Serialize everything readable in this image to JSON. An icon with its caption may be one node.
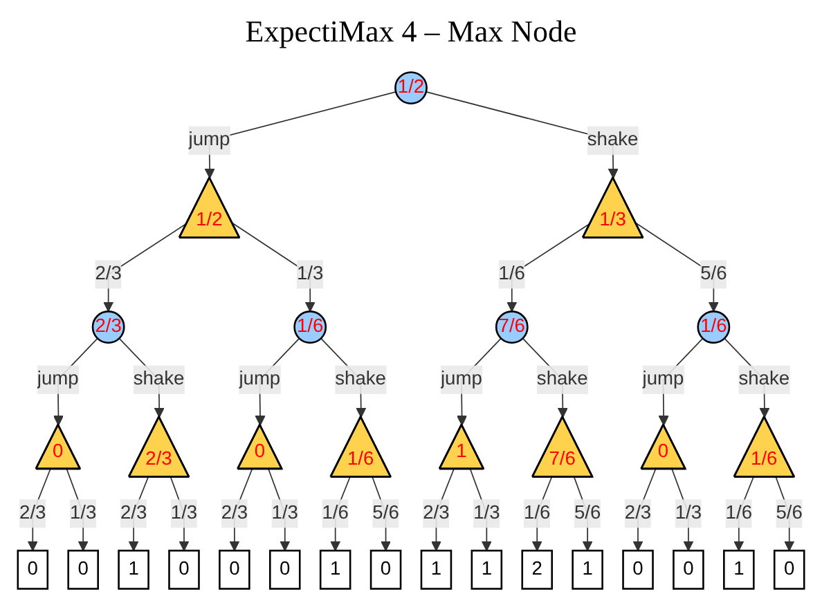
{
  "diagram": {
    "title": "ExpectiMax 4 – Max Node",
    "nodes": [
      {
        "text": [
          "1/2"
        ]
      },
      {
        "text": [
          "1/2"
        ]
      },
      {
        "text": [
          "1/3"
        ]
      },
      {
        "text": [
          "2/3"
        ]
      },
      {
        "text": [
          "1/6"
        ]
      },
      {
        "text": [
          "7/6"
        ]
      },
      {
        "text": [
          "1/6"
        ]
      },
      {
        "text": [
          "0"
        ]
      },
      {
        "text": [
          "2/3"
        ]
      },
      {
        "text": [
          "0"
        ]
      },
      {
        "text": [
          "1/6"
        ]
      },
      {
        "text": [
          "1"
        ]
      },
      {
        "text": [
          "7/6"
        ]
      },
      {
        "text": [
          "0"
        ]
      },
      {
        "text": [
          "1/6"
        ]
      },
      {
        "text": [
          "0"
        ]
      },
      {
        "text": [
          "0"
        ]
      },
      {
        "text": [
          "1"
        ]
      },
      {
        "text": [
          "0"
        ]
      },
      {
        "text": [
          "0"
        ]
      },
      {
        "text": [
          "0"
        ]
      },
      {
        "text": [
          "1"
        ]
      },
      {
        "text": [
          "0"
        ]
      },
      {
        "text": [
          "1"
        ]
      },
      {
        "text": [
          "1"
        ]
      },
      {
        "text": [
          "2"
        ]
      },
      {
        "text": [
          "1"
        ]
      },
      {
        "text": [
          "0"
        ]
      },
      {
        "text": [
          "0"
        ]
      },
      {
        "text": [
          "1"
        ]
      },
      {
        "text": [
          "0"
        ]
      }
    ],
    "edges": [
      {
        "from": 0,
        "to": 1,
        "arrow": "to",
        "label": "jump"
      },
      {
        "from": 0,
        "to": 2,
        "arrow": "to",
        "label": "shake"
      },
      {
        "from": 1,
        "to": 3,
        "arrow": "to",
        "label": "2/3"
      },
      {
        "from": 1,
        "to": 4,
        "arrow": "to",
        "label": "1/3"
      },
      {
        "from": 2,
        "to": 5,
        "arrow": "to",
        "label": "1/6"
      },
      {
        "from": 2,
        "to": 6,
        "arrow": "to",
        "label": "5/6"
      },
      {
        "from": 3,
        "to": 7,
        "arrow": "to",
        "label": "jump"
      },
      {
        "from": 3,
        "to": 8,
        "arrow": "to",
        "label": "shake"
      },
      {
        "from": 4,
        "to": 9,
        "arrow": "to",
        "label": "jump"
      },
      {
        "from": 4,
        "to": 10,
        "arrow": "to",
        "label": "shake"
      },
      {
        "from": 5,
        "to": 11,
        "arrow": "to",
        "label": "jump"
      },
      {
        "from": 5,
        "to": 12,
        "arrow": "to",
        "label": "shake"
      },
      {
        "from": 6,
        "to": 13,
        "arrow": "to",
        "label": "jump"
      },
      {
        "from": 6,
        "to": 14,
        "arrow": "to",
        "label": "shake"
      },
      {
        "from": 7,
        "to": 15,
        "arrow": "to",
        "label": "2/3"
      },
      {
        "from": 7,
        "to": 16,
        "arrow": "to",
        "label": "1/3"
      },
      {
        "from": 8,
        "to": 17,
        "arrow": "to",
        "label": "2/3"
      },
      {
        "from": 8,
        "to": 18,
        "arrow": "to",
        "label": "1/3"
      },
      {
        "from": 9,
        "to": 19,
        "arrow": "to",
        "label": "2/3"
      },
      {
        "from": 9,
        "to": 20,
        "arrow": "to",
        "label": "1/3"
      },
      {
        "from": 10,
        "to": 21,
        "arrow": "to",
        "label": "1/6"
      },
      {
        "from": 10,
        "to": 22,
        "arrow": "to",
        "label": "5/6"
      },
      {
        "from": 11,
        "to": 23,
        "arrow": "to",
        "label": "2/3"
      },
      {
        "from": 11,
        "to": 24,
        "arrow": "to",
        "label": "1/3"
      },
      {
        "from": 12,
        "to": 25,
        "arrow": "to",
        "label": "1/6"
      },
      {
        "from": 12,
        "to": 26,
        "arrow": "to",
        "label": "5/6"
      },
      {
        "from": 13,
        "to": 27,
        "arrow": "to",
        "label": "2/3"
      },
      {
        "from": 13,
        "to": 28,
        "arrow": "to",
        "label": "1/3"
      },
      {
        "from": 14,
        "to": 29,
        "arrow": "to",
        "label": "1/6"
      },
      {
        "from": 14,
        "to": 30,
        "arrow": "to",
        "label": "5/6"
      }
    ]
  }
}
